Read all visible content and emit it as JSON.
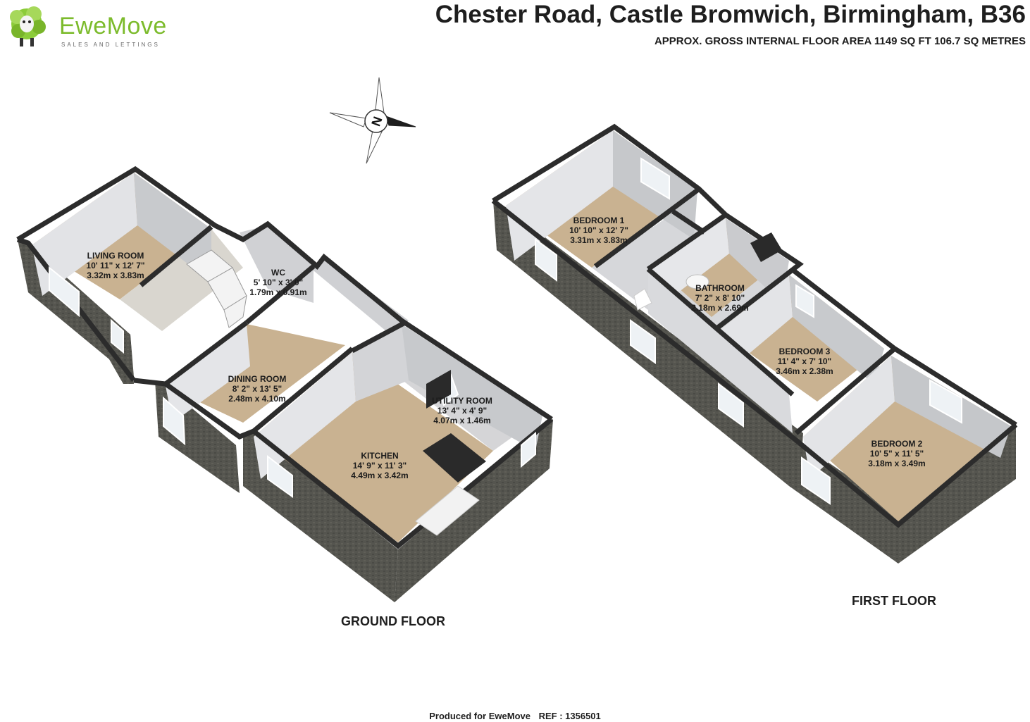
{
  "brand": {
    "name": "EweMove",
    "tagline": "SALES AND LETTINGS",
    "accent": "#7cbb2c"
  },
  "header": {
    "title": "Chester Road, Castle Bromwich, Birmingham, B36",
    "subtitle": "APPROX. GROSS INTERNAL FLOOR AREA 1149 SQ FT 106.7 SQ METRES"
  },
  "compass": {
    "label": "N"
  },
  "ground_floor": {
    "label": "GROUND FLOOR",
    "rooms": [
      {
        "name": "LIVING ROOM",
        "imperial": "10' 11\" x 12' 7\"",
        "metric": "3.32m x 3.83m"
      },
      {
        "name": "WC",
        "imperial": "5' 10\" x 3' 0\"",
        "metric": "1.79m x 0.91m"
      },
      {
        "name": "DINING ROOM",
        "imperial": "8' 2\" x 13' 5\"",
        "metric": "2.48m x 4.10m"
      },
      {
        "name": "UTILITY ROOM",
        "imperial": "13' 4\" x 4' 9\"",
        "metric": "4.07m x 1.46m"
      },
      {
        "name": "KITCHEN",
        "imperial": "14' 9\" x 11' 3\"",
        "metric": "4.49m x 3.42m"
      }
    ]
  },
  "first_floor": {
    "label": "FIRST FLOOR",
    "rooms": [
      {
        "name": "BEDROOM 1",
        "imperial": "10' 10\" x 12' 7\"",
        "metric": "3.31m x 3.83m"
      },
      {
        "name": "BATHROOM",
        "imperial": "7' 2\" x 8' 10\"",
        "metric": "2.18m x 2.69m"
      },
      {
        "name": "BEDROOM 3",
        "imperial": "11' 4\" x 7' 10\"",
        "metric": "3.46m x 2.38m"
      },
      {
        "name": "BEDROOM 2",
        "imperial": "10' 5\" x 11' 5\"",
        "metric": "3.18m x 3.49m"
      }
    ]
  },
  "footer": {
    "produced": "Produced for EweMove",
    "ref": "REF : 1356501"
  },
  "colors": {
    "floor": "#c9b291",
    "wall_inner": "#dcdde0",
    "wall_outer": "#4c4c48",
    "wall_top": "#2e2e2e"
  }
}
